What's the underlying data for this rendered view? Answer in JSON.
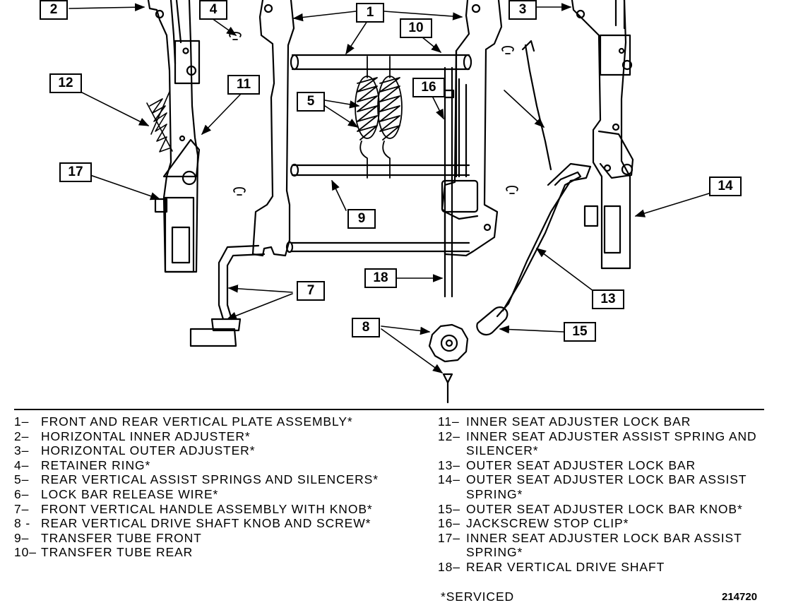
{
  "callouts": [
    "1",
    "2",
    "3",
    "4",
    "5",
    "7",
    "8",
    "9",
    "10",
    "11",
    "12",
    "13",
    "14",
    "15",
    "16",
    "17",
    "18"
  ],
  "legend_left": [
    {
      "num": "1–",
      "text": "FRONT AND REAR VERTICAL PLATE ASSEMBLY*"
    },
    {
      "num": "2–",
      "text": "HORIZONTAL INNER ADJUSTER*"
    },
    {
      "num": "3–",
      "text": "HORIZONTAL OUTER ADJUSTER*"
    },
    {
      "num": "4–",
      "text": "RETAINER RING*"
    },
    {
      "num": "5–",
      "text": "REAR VERTICAL ASSIST SPRINGS AND SILENCERS*"
    },
    {
      "num": "6–",
      "text": "LOCK BAR RELEASE WIRE*"
    },
    {
      "num": "7–",
      "text": "FRONT VERTICAL HANDLE ASSEMBLY WITH KNOB*"
    },
    {
      "num": "8 -",
      "text": "REAR VERTICAL DRIVE SHAFT KNOB AND SCREW*"
    },
    {
      "num": "9–",
      "text": "TRANSFER TUBE FRONT"
    },
    {
      "num": "10–",
      "text": "TRANSFER TUBE REAR"
    }
  ],
  "legend_right": [
    {
      "num": "11–",
      "text": "INNER SEAT ADJUSTER LOCK BAR"
    },
    {
      "num": "12–",
      "text": "INNER SEAT ADJUSTER ASSIST SPRING AND SILENCER*"
    },
    {
      "num": "13–",
      "text": "OUTER SEAT ADJUSTER LOCK BAR"
    },
    {
      "num": "14–",
      "text": "OUTER SEAT ADJUSTER LOCK BAR ASSIST SPRING*"
    },
    {
      "num": "15–",
      "text": "OUTER SEAT ADJUSTER LOCK BAR KNOB*"
    },
    {
      "num": "16–",
      "text": "JACKSCREW STOP CLIP*"
    },
    {
      "num": "17–",
      "text": "INNER SEAT ADJUSTER LOCK BAR ASSIST SPRING*"
    },
    {
      "num": "18–",
      "text": "REAR VERTICAL DRIVE SHAFT"
    }
  ],
  "serviced_note": "*SERVICED",
  "figure_id": "214720"
}
